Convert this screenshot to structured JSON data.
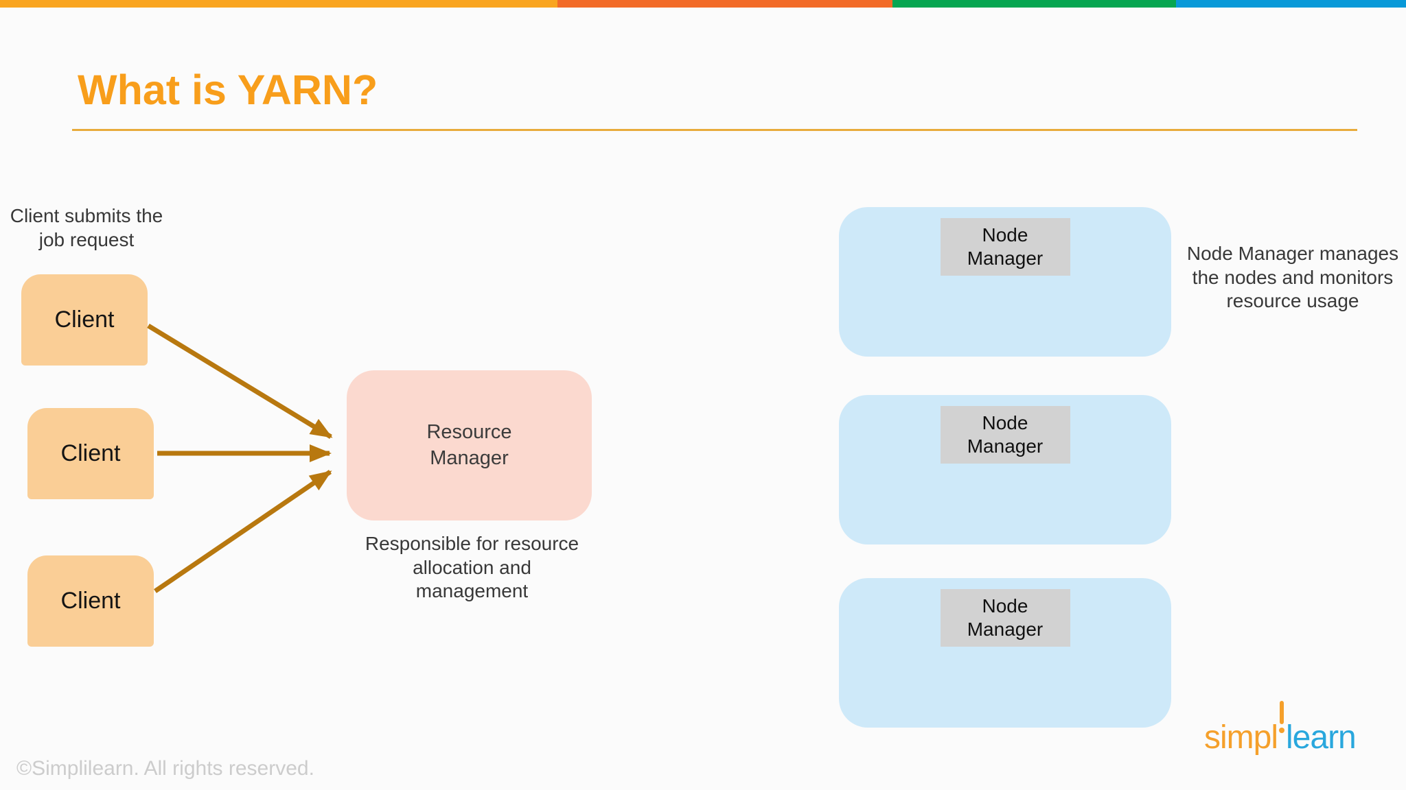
{
  "palette": {
    "bar_orange": "#F9A51F",
    "bar_red_orange": "#F26B27",
    "bar_green": "#06A651",
    "bar_blue": "#0899D8",
    "title_orange": "#F89E1B",
    "client_box_fill": "#FACE96",
    "resource_manager_fill": "#FBD9CF",
    "node_manager_fill": "#CEE9F9",
    "node_manager_label_fill": "#D2D2D2",
    "arrow_color": "#B8780F",
    "logo_orange": "#F5A02B",
    "logo_blue": "#29A7DD"
  },
  "header": {
    "title": "What is YARN?"
  },
  "diagram": {
    "client_caption": "Client submits the\njob request",
    "clients": [
      {
        "label": "Client"
      },
      {
        "label": "Client"
      },
      {
        "label": "Client"
      }
    ],
    "resource_manager": {
      "label": "Resource\nManager",
      "caption": "Responsible for resource\nallocation and\nmanagement"
    },
    "node_managers": [
      {
        "label": "Node\nManager"
      },
      {
        "label": "Node\nManager"
      },
      {
        "label": "Node\nManager"
      }
    ],
    "node_manager_caption": "Node Manager manages\nthe nodes and monitors\nresource usage"
  },
  "footer": {
    "copyright": "©Simplilearn. All rights reserved.",
    "logo": {
      "part1": "simpl",
      "part2": "learn"
    }
  }
}
